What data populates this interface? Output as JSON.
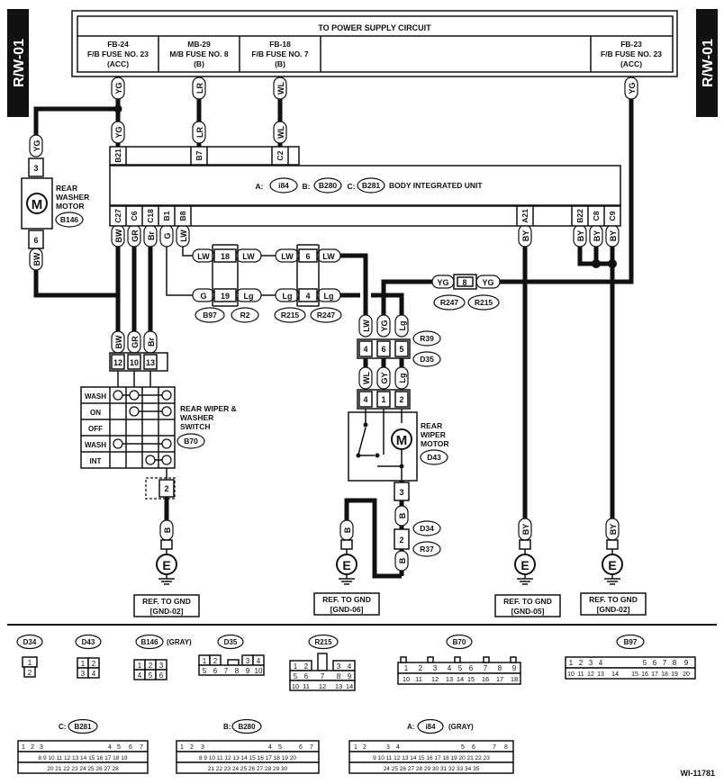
{
  "side_tabs": {
    "left": "R/W-01",
    "right": "R/W-01"
  },
  "power": {
    "title": "TO POWER SUPPLY CIRCUIT",
    "fuses": [
      {
        "id": "FB-24",
        "name": "F/B FUSE NO. 23",
        "note": "(ACC)"
      },
      {
        "id": "MB-29",
        "name": "M/B FUSE NO. 8",
        "note": "(B)"
      },
      {
        "id": "FB-18",
        "name": "F/B FUSE NO. 7",
        "note": "(B)"
      },
      {
        "id": "FB-23",
        "name": "F/B FUSE NO. 23",
        "note": "(ACC)"
      }
    ]
  },
  "biu": {
    "prefix_a": "A:",
    "a": "i84",
    "prefix_b": "B:",
    "b": "B280",
    "prefix_c": "C:",
    "c": "B281",
    "title": "BODY INTEGRATED UNIT",
    "top_pins": [
      "B21",
      "B7",
      "C2"
    ],
    "bottom_pins": [
      "C27",
      "C6",
      "C18",
      "B1",
      "B8",
      "A21",
      "B22",
      "C8",
      "C9"
    ]
  },
  "wires": {
    "YG": "YG",
    "LR": "LR",
    "WL": "WL",
    "BW": "BW",
    "GR": "GR",
    "Br": "Br",
    "G": "G",
    "LW": "LW",
    "Lg": "Lg",
    "BY": "BY",
    "GY": "GY",
    "B": "B"
  },
  "pins": {
    "n1": "1",
    "n2": "2",
    "n3": "3",
    "n4": "4",
    "n5": "5",
    "n6": "6",
    "n8": "8",
    "n10": "10",
    "n12": "12",
    "n13": "13",
    "n18": "18",
    "n19": "19"
  },
  "washer_motor": {
    "line1": "REAR",
    "line2": "WASHER",
    "line3": "MOTOR",
    "connector": "B146",
    "symbol": "M"
  },
  "wiper_motor": {
    "line1": "REAR",
    "line2": "WIPER",
    "line3": "MOTOR",
    "connector": "D43",
    "symbol": "M"
  },
  "switch": {
    "line1": "REAR WIPER &",
    "line2": "WASHER",
    "line3": "SWITCH",
    "connector": "B70",
    "rows": [
      "WASH",
      "ON",
      "OFF",
      "WASH",
      "INT"
    ]
  },
  "connector_labels": {
    "B97": "B97",
    "R2": "R2",
    "R215": "R215",
    "R247": "R247",
    "R39": "R39",
    "D35": "D35",
    "D34": "D34",
    "R37": "R37"
  },
  "ground": {
    "symbol": "E",
    "refs": [
      {
        "line1": "REF. TO GND",
        "line2": "[GND-02]"
      },
      {
        "line1": "REF. TO GND",
        "line2": "[GND-06]"
      },
      {
        "line1": "REF. TO GND",
        "line2": "[GND-05]"
      },
      {
        "line1": "REF. TO GND",
        "line2": "[GND-02]"
      }
    ]
  },
  "legend": {
    "D34": "D34",
    "D43": "D43",
    "B146": "B146",
    "B146_note": "(GRAY)",
    "D35": "D35",
    "R215": "R215",
    "B70": "B70",
    "B97": "B97",
    "C_prefix": "C:",
    "B281": "B281",
    "B_prefix": "B:",
    "B280": "B280",
    "A_prefix": "A:",
    "i84": "i84",
    "i84_note": "(GRAY)"
  },
  "code": "WI-11781"
}
